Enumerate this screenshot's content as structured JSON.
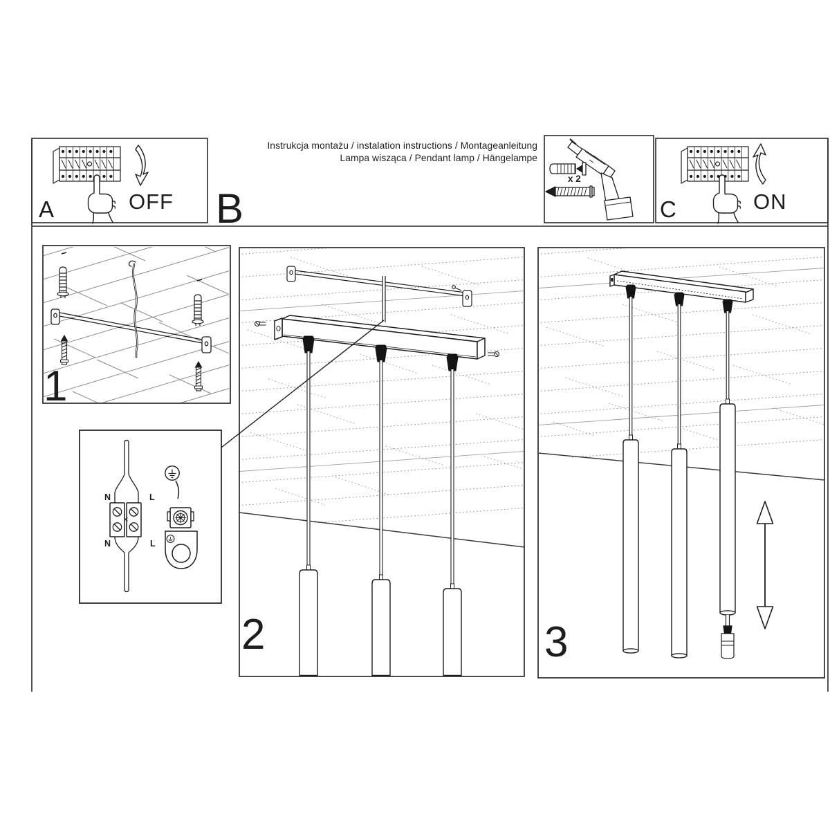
{
  "document": {
    "title_line1": "Instrukcja montażu / instalation instructions / Montageanleitung",
    "title_line2": "Lampa wisząca / Pendant lamp / Hängelampe"
  },
  "steps": {
    "a_label": "A",
    "a_action": "OFF",
    "b_label": "B",
    "c_label": "C",
    "c_action": "ON"
  },
  "hardware": {
    "screw_quantity": "x 2"
  },
  "panels": {
    "step1": "1",
    "step2": "2",
    "step3": "3"
  },
  "wiring": {
    "neutral_top": "N",
    "live_top": "L",
    "neutral_bottom": "N",
    "live_bottom": "L"
  },
  "colors": {
    "ink": "#1d1d1d",
    "plank_line": "#8a8a8a",
    "background": "#ffffff"
  }
}
